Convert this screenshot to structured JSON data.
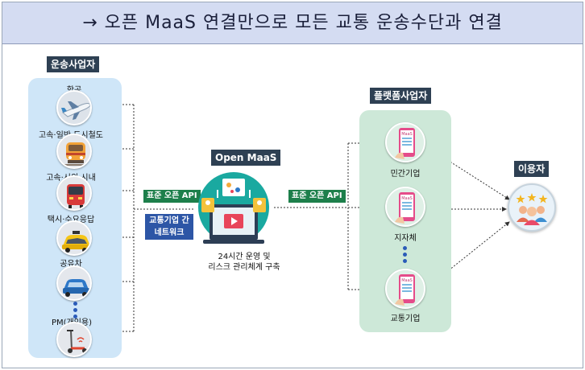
{
  "header": {
    "title": "→ 오픈 MaaS 연결만으로 모든 교통 운송수단과 연결"
  },
  "providers": {
    "label": "운송사업자",
    "items": [
      {
        "caption": "항공",
        "icon": "airplane-icon"
      },
      {
        "caption": "고속·일반·도시철도",
        "icon": "train-icon"
      },
      {
        "caption": "고속·시외·시내",
        "icon": "bus-icon"
      },
      {
        "caption": "택시·수요응답",
        "icon": "taxi-icon"
      },
      {
        "caption": "공유차",
        "icon": "car-icon"
      },
      {
        "caption": "PM(개인용)",
        "icon": "kick-scooter-icon"
      }
    ]
  },
  "open_maas": {
    "label": "Open MaaS",
    "caption_line1": "24시간 운영 및",
    "caption_line2": "리스크 관리체계 구축",
    "icon": "open-maas-monitor-icon"
  },
  "left_api": {
    "label": "표준 오픈 API"
  },
  "network": {
    "line1": "교통기업 간",
    "line2": "네트워크"
  },
  "right_api": {
    "label": "표준 오픈 API"
  },
  "platforms": {
    "label": "플랫폼사업자",
    "phone_text": "MaaS",
    "items": [
      {
        "caption": "민간기업",
        "icon": "smartphone-icon"
      },
      {
        "caption": "지자체",
        "icon": "smartphone-icon"
      },
      {
        "caption": "교통기업",
        "icon": "smartphone-icon"
      }
    ]
  },
  "user": {
    "label": "이용자",
    "icon": "users-rating-icon"
  },
  "colors": {
    "header_bg": "#d4dcf2",
    "label_bg": "#2e4053",
    "provider_panel": "#cfe6f8",
    "platform_panel": "#cde8d8",
    "api_tag": "#1d7f4b",
    "network_tag": "#2d56a6",
    "dot_blue": "#2a5bb8",
    "dot_teal": "#1f8a8a"
  }
}
